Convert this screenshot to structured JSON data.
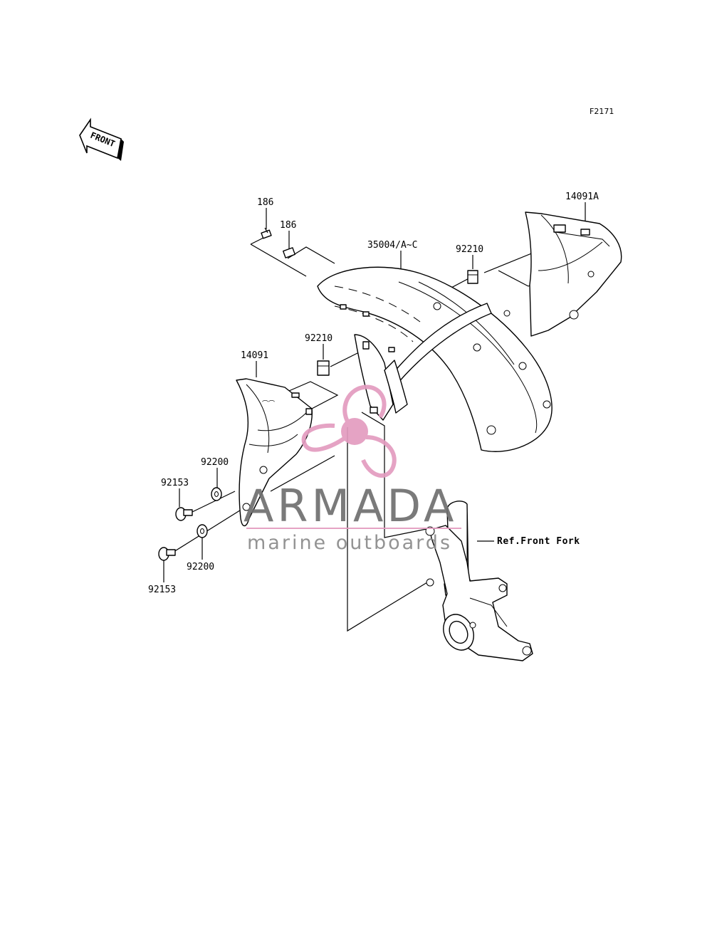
{
  "figure_code": "F2171",
  "front_arrow": {
    "text": "FRONT"
  },
  "part_labels": {
    "bolt_a": "186",
    "bolt_b": "186",
    "fender": "35004/A~C",
    "nut_right": "92210",
    "cover_right": "14091A",
    "nut_left": "92210",
    "cover_left": "14091",
    "washer_upper": "92200",
    "screw_upper": "92153",
    "washer_lower": "92200",
    "screw_lower": "92153"
  },
  "reference": {
    "front_fork": "Ref.Front Fork"
  },
  "watermark": {
    "brand": "ARMADA",
    "tagline": "marine outboards",
    "accent_color": "#e39cc0",
    "text_color": "#6f6f6f"
  }
}
